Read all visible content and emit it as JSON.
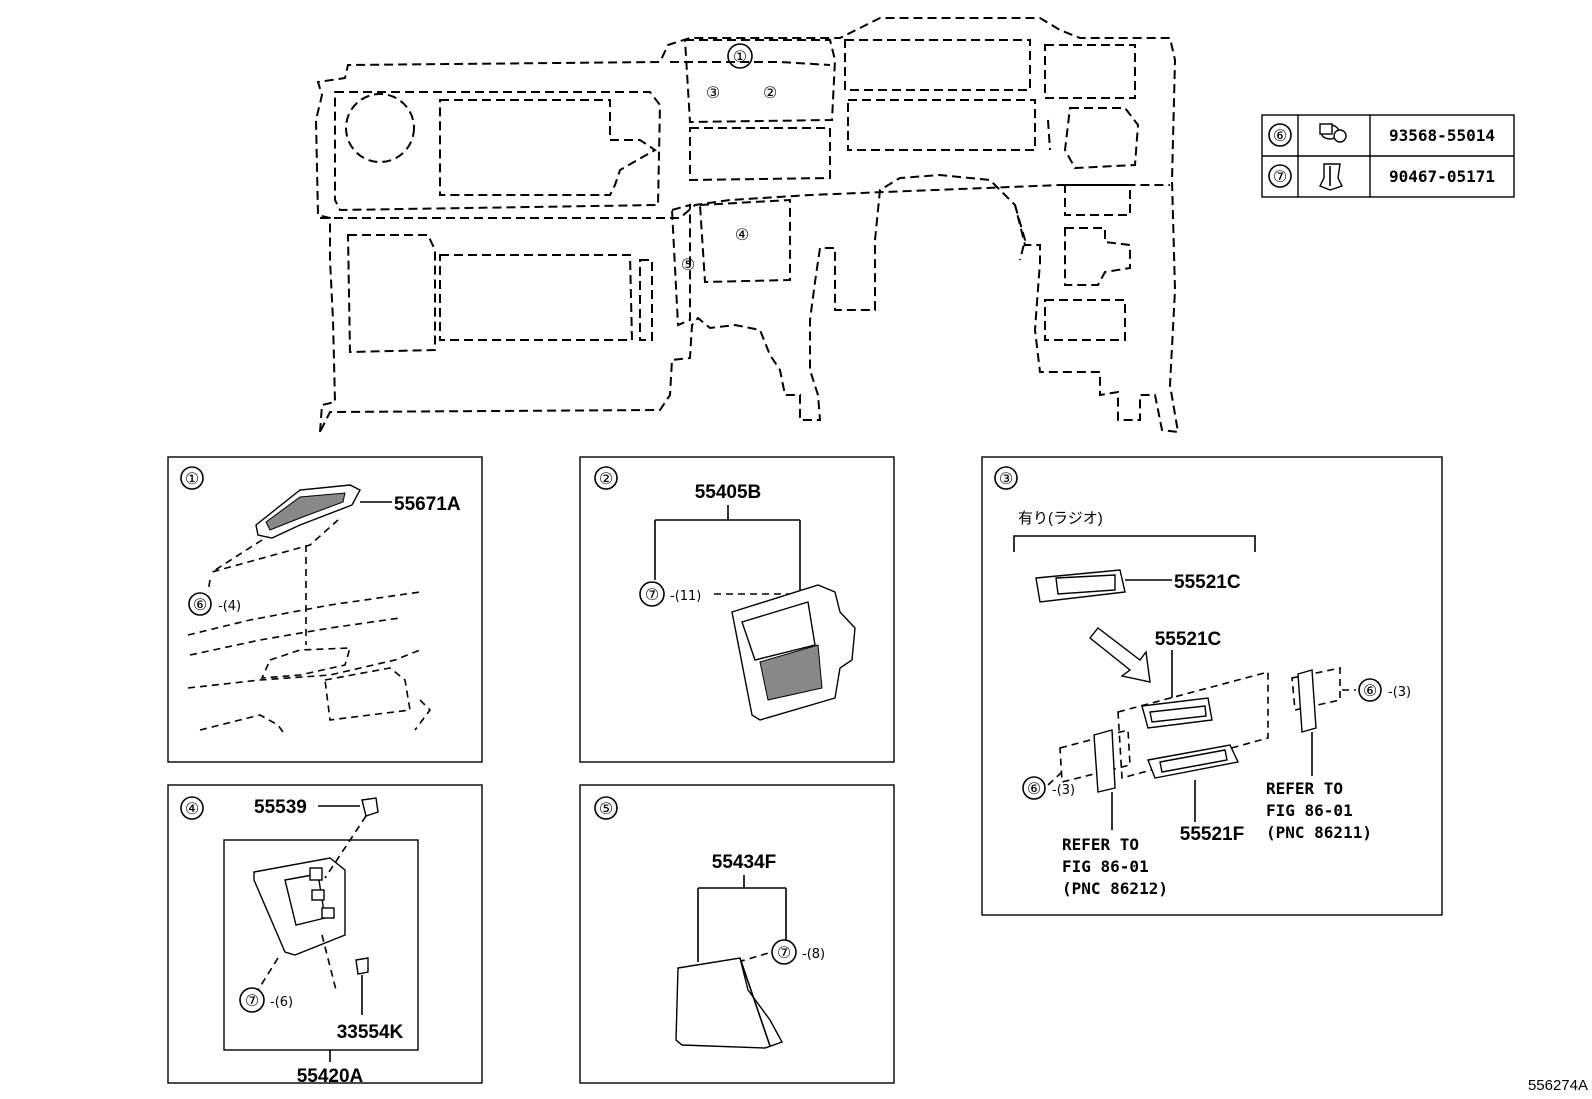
{
  "figure_code": "556274A",
  "callout_numbers": [
    "①",
    "②",
    "③",
    "④",
    "⑤",
    "⑥",
    "⑦"
  ],
  "parts_table": [
    {
      "ref": "⑥",
      "icon": "bolt-icon",
      "part_no": "93568-55014"
    },
    {
      "ref": "⑦",
      "icon": "clip-icon",
      "part_no": "90467-05171"
    }
  ],
  "panels": {
    "p1": {
      "num": "①",
      "part": "55671A",
      "fastener": "⑥",
      "qty": "-(4)"
    },
    "p2": {
      "num": "②",
      "part": "55405B",
      "fastener": "⑦",
      "qty": "-(11)"
    },
    "p3": {
      "num": "③",
      "option": "有り(ラジオ)",
      "part_top": "55521C",
      "part_mid": "55521C",
      "part_bottom": "55521F",
      "fastener_right": "⑥",
      "qty_right": "-(3)",
      "fastener_left": "⑥",
      "qty_left": "-(3)",
      "ref_left": [
        "REFER TO",
        "FIG 86-01",
        "(PNC 86212)"
      ],
      "ref_right": [
        "REFER TO",
        "FIG 86-01",
        "(PNC 86211)"
      ]
    },
    "p4": {
      "num": "④",
      "part_top": "55539",
      "part_bottom": "33554K",
      "assembly": "55420A",
      "fastener": "⑦",
      "qty": "-(6)"
    },
    "p5": {
      "num": "⑤",
      "part": "55434F",
      "fastener": "⑦",
      "qty": "-(8)"
    }
  }
}
